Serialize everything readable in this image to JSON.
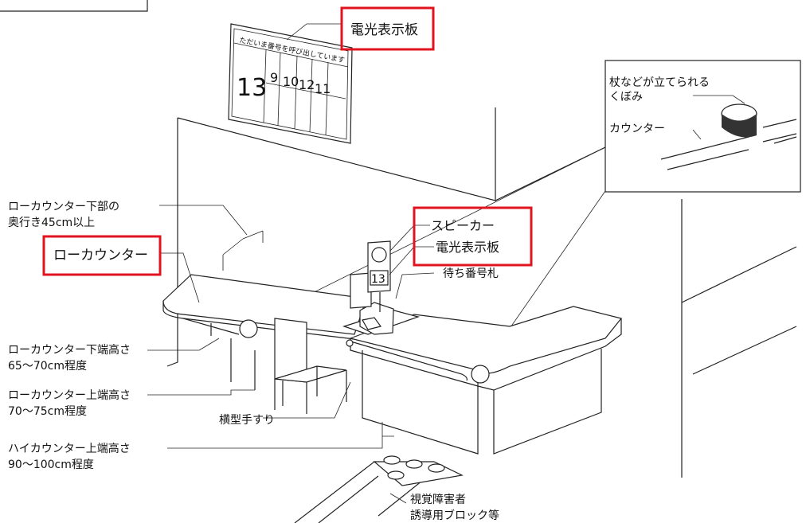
{
  "signboard": {
    "header": "ただいま番号を呼び出しています",
    "current": "13",
    "queue": [
      "9",
      "10",
      "12",
      "11"
    ]
  },
  "counter_display": {
    "number": "13"
  },
  "labels": {
    "sign_board": "電光表示板",
    "low_counter_depth_1": "ローカウンター下部の",
    "low_counter_depth_2": "奥行き45cm以上",
    "low_counter": "ローカウンター",
    "low_counter_bottom_1": "ローカウンター下端高さ",
    "low_counter_bottom_2": "65～70cm程度",
    "low_counter_top_1": "ローカウンター上端高さ",
    "low_counter_top_2": "70～75cm程度",
    "high_counter_top_1": "ハイカウンター上端高さ",
    "high_counter_top_2": "90～100cm程度",
    "speaker": "スピーカー",
    "counter_sign_board": "電光表示板",
    "number_ticket": "待ち番号札",
    "handrail": "横型手すり",
    "tactile_1": "視覚障害者",
    "tactile_2": "誘導用ブロック等",
    "cane_notch_1": "杖などが立てられる",
    "cane_notch_2": "くぼみ",
    "counter": "カウンター"
  }
}
